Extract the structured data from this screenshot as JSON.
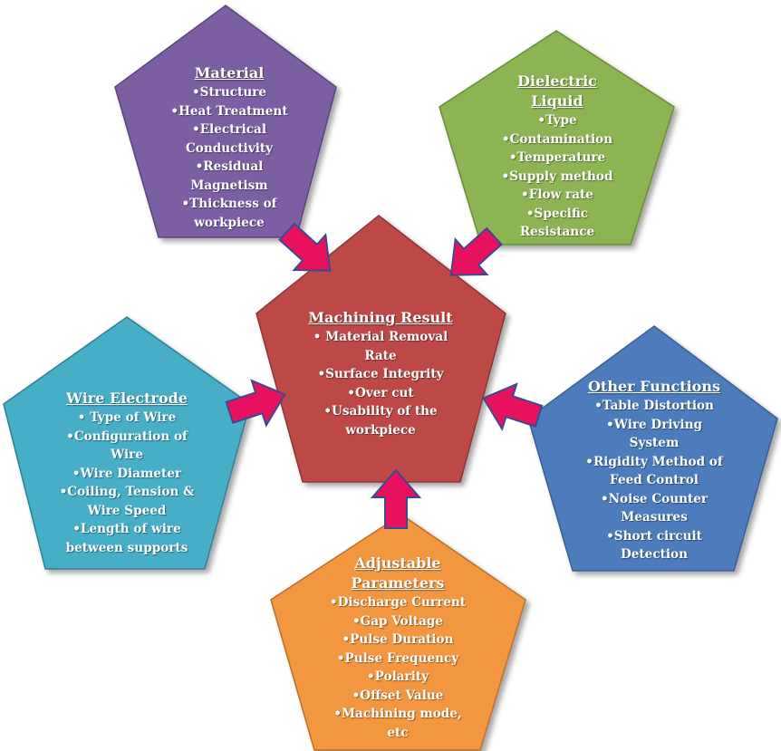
{
  "colors": {
    "material": "#7c5fa3",
    "dielectric": "#8db452",
    "machining": "#bd4a47",
    "wire": "#46aec8",
    "other": "#4d7cbd",
    "adjustable": "#f39640",
    "arrow_fill": "#e8115f",
    "arrow_stroke": "#3b4a8e"
  },
  "pentagons": {
    "material": {
      "title": "Material",
      "items": [
        "•Structure",
        "•Heat Treatment",
        "•Electrical",
        "Conductivity",
        "•Residual",
        "Magnetism",
        "•Thickness of",
        "workpiece"
      ]
    },
    "dielectric": {
      "title_lines": [
        "Dielectric",
        "Liquid"
      ],
      "items": [
        "•Type",
        "•Contamination",
        "•Temperature",
        "•Supply method",
        "•Flow rate",
        "•Specific",
        "Resistance"
      ]
    },
    "machining": {
      "title": "Machining Result",
      "items": [
        "• Material Removal",
        "Rate",
        "•Surface Integrity",
        "•Over cut",
        "•Usability of the",
        "workpiece"
      ]
    },
    "wire": {
      "title": "Wire Electrode",
      "items": [
        "• Type of Wire",
        "•Configuration of",
        "Wire",
        "•Wire Diameter",
        "•Coiling, Tension &",
        "Wire Speed",
        "•Length of wire",
        "between supports"
      ]
    },
    "other": {
      "title": "Other Functions",
      "items": [
        "•Table Distortion",
        "•Wire Driving",
        "System",
        "•Rigidity Method of",
        "Feed Control",
        "•Noise Counter",
        "Measures",
        "•Short circuit",
        "Detection"
      ]
    },
    "adjustable": {
      "title_lines": [
        "Adjustable",
        "Parameters"
      ],
      "items": [
        "•Discharge Current",
        "•Gap Voltage",
        "•Pulse Duration",
        "•Pulse Frequency",
        "•Polarity",
        "•Offset Value",
        "•Machining mode,",
        "etc"
      ]
    }
  }
}
